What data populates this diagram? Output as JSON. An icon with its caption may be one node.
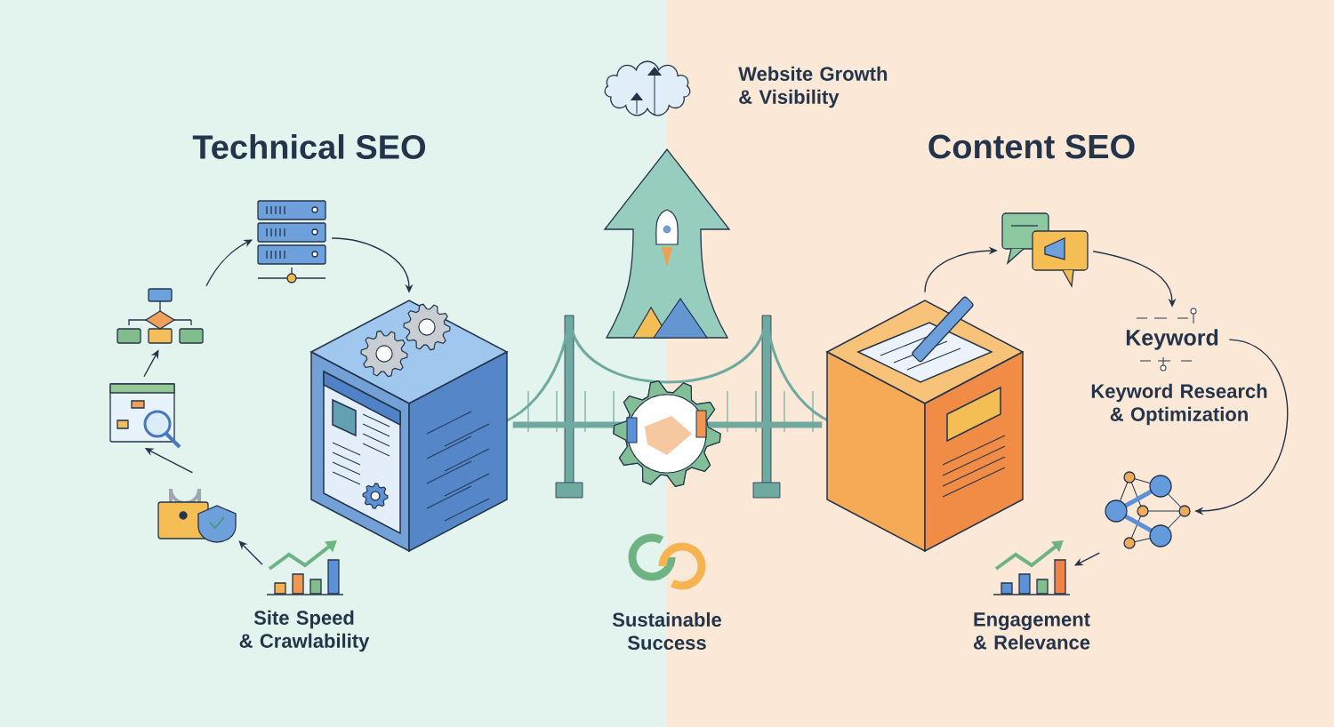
{
  "diagram": {
    "nodes": [
      {
        "text": [],
        "shape": "cloud",
        "beside": [
          "Website Growth & Visibility"
        ]
      },
      {
        "text": [],
        "shape": "picture"
      },
      {
        "text": [],
        "shape": "picture"
      },
      {
        "text": [],
        "shape": "picture"
      },
      {
        "text": [],
        "shape": "picture"
      },
      {
        "text": [],
        "shape": "picture",
        "beside": [
          "Site Speed & Crawlability"
        ]
      },
      {
        "text": [],
        "shape": "picture"
      },
      {
        "text": [],
        "shape": "picture"
      },
      {
        "text": [],
        "shape": "picture"
      },
      {
        "text": [
          "Keyword"
        ],
        "beside": [
          "Keyword Research & Optimization"
        ]
      },
      {
        "text": [],
        "shape": "picture"
      },
      {
        "text": [],
        "shape": "picture",
        "beside": [
          "Engagement & Relevance"
        ]
      },
      {
        "text": [],
        "shape": "picture",
        "beside": [
          "Sustainable Success"
        ]
      }
    ],
    "edges": [
      {
        "from": 5,
        "to": 4,
        "arrow": "to"
      },
      {
        "from": 4,
        "to": 3,
        "arrow": "to"
      },
      {
        "from": 3,
        "to": 2,
        "arrow": "to"
      },
      {
        "from": 2,
        "to": 1,
        "arrow": "to"
      },
      {
        "from": 1,
        "to": 6,
        "arrow": "to"
      },
      {
        "from": 7,
        "to": 8,
        "arrow": "to"
      },
      {
        "from": 8,
        "to": 9,
        "arrow": "to"
      },
      {
        "from": 9,
        "to": 10,
        "arrow": "to"
      },
      {
        "from": 10,
        "to": 11,
        "arrow": "to"
      },
      {
        "from": 6,
        "to": 7,
        "arrow": "none",
        "style": "thick",
        "color": "#6fa9a0"
      }
    ],
    "labels": [
      "Technical SEO",
      "Content SEO"
    ]
  }
}
